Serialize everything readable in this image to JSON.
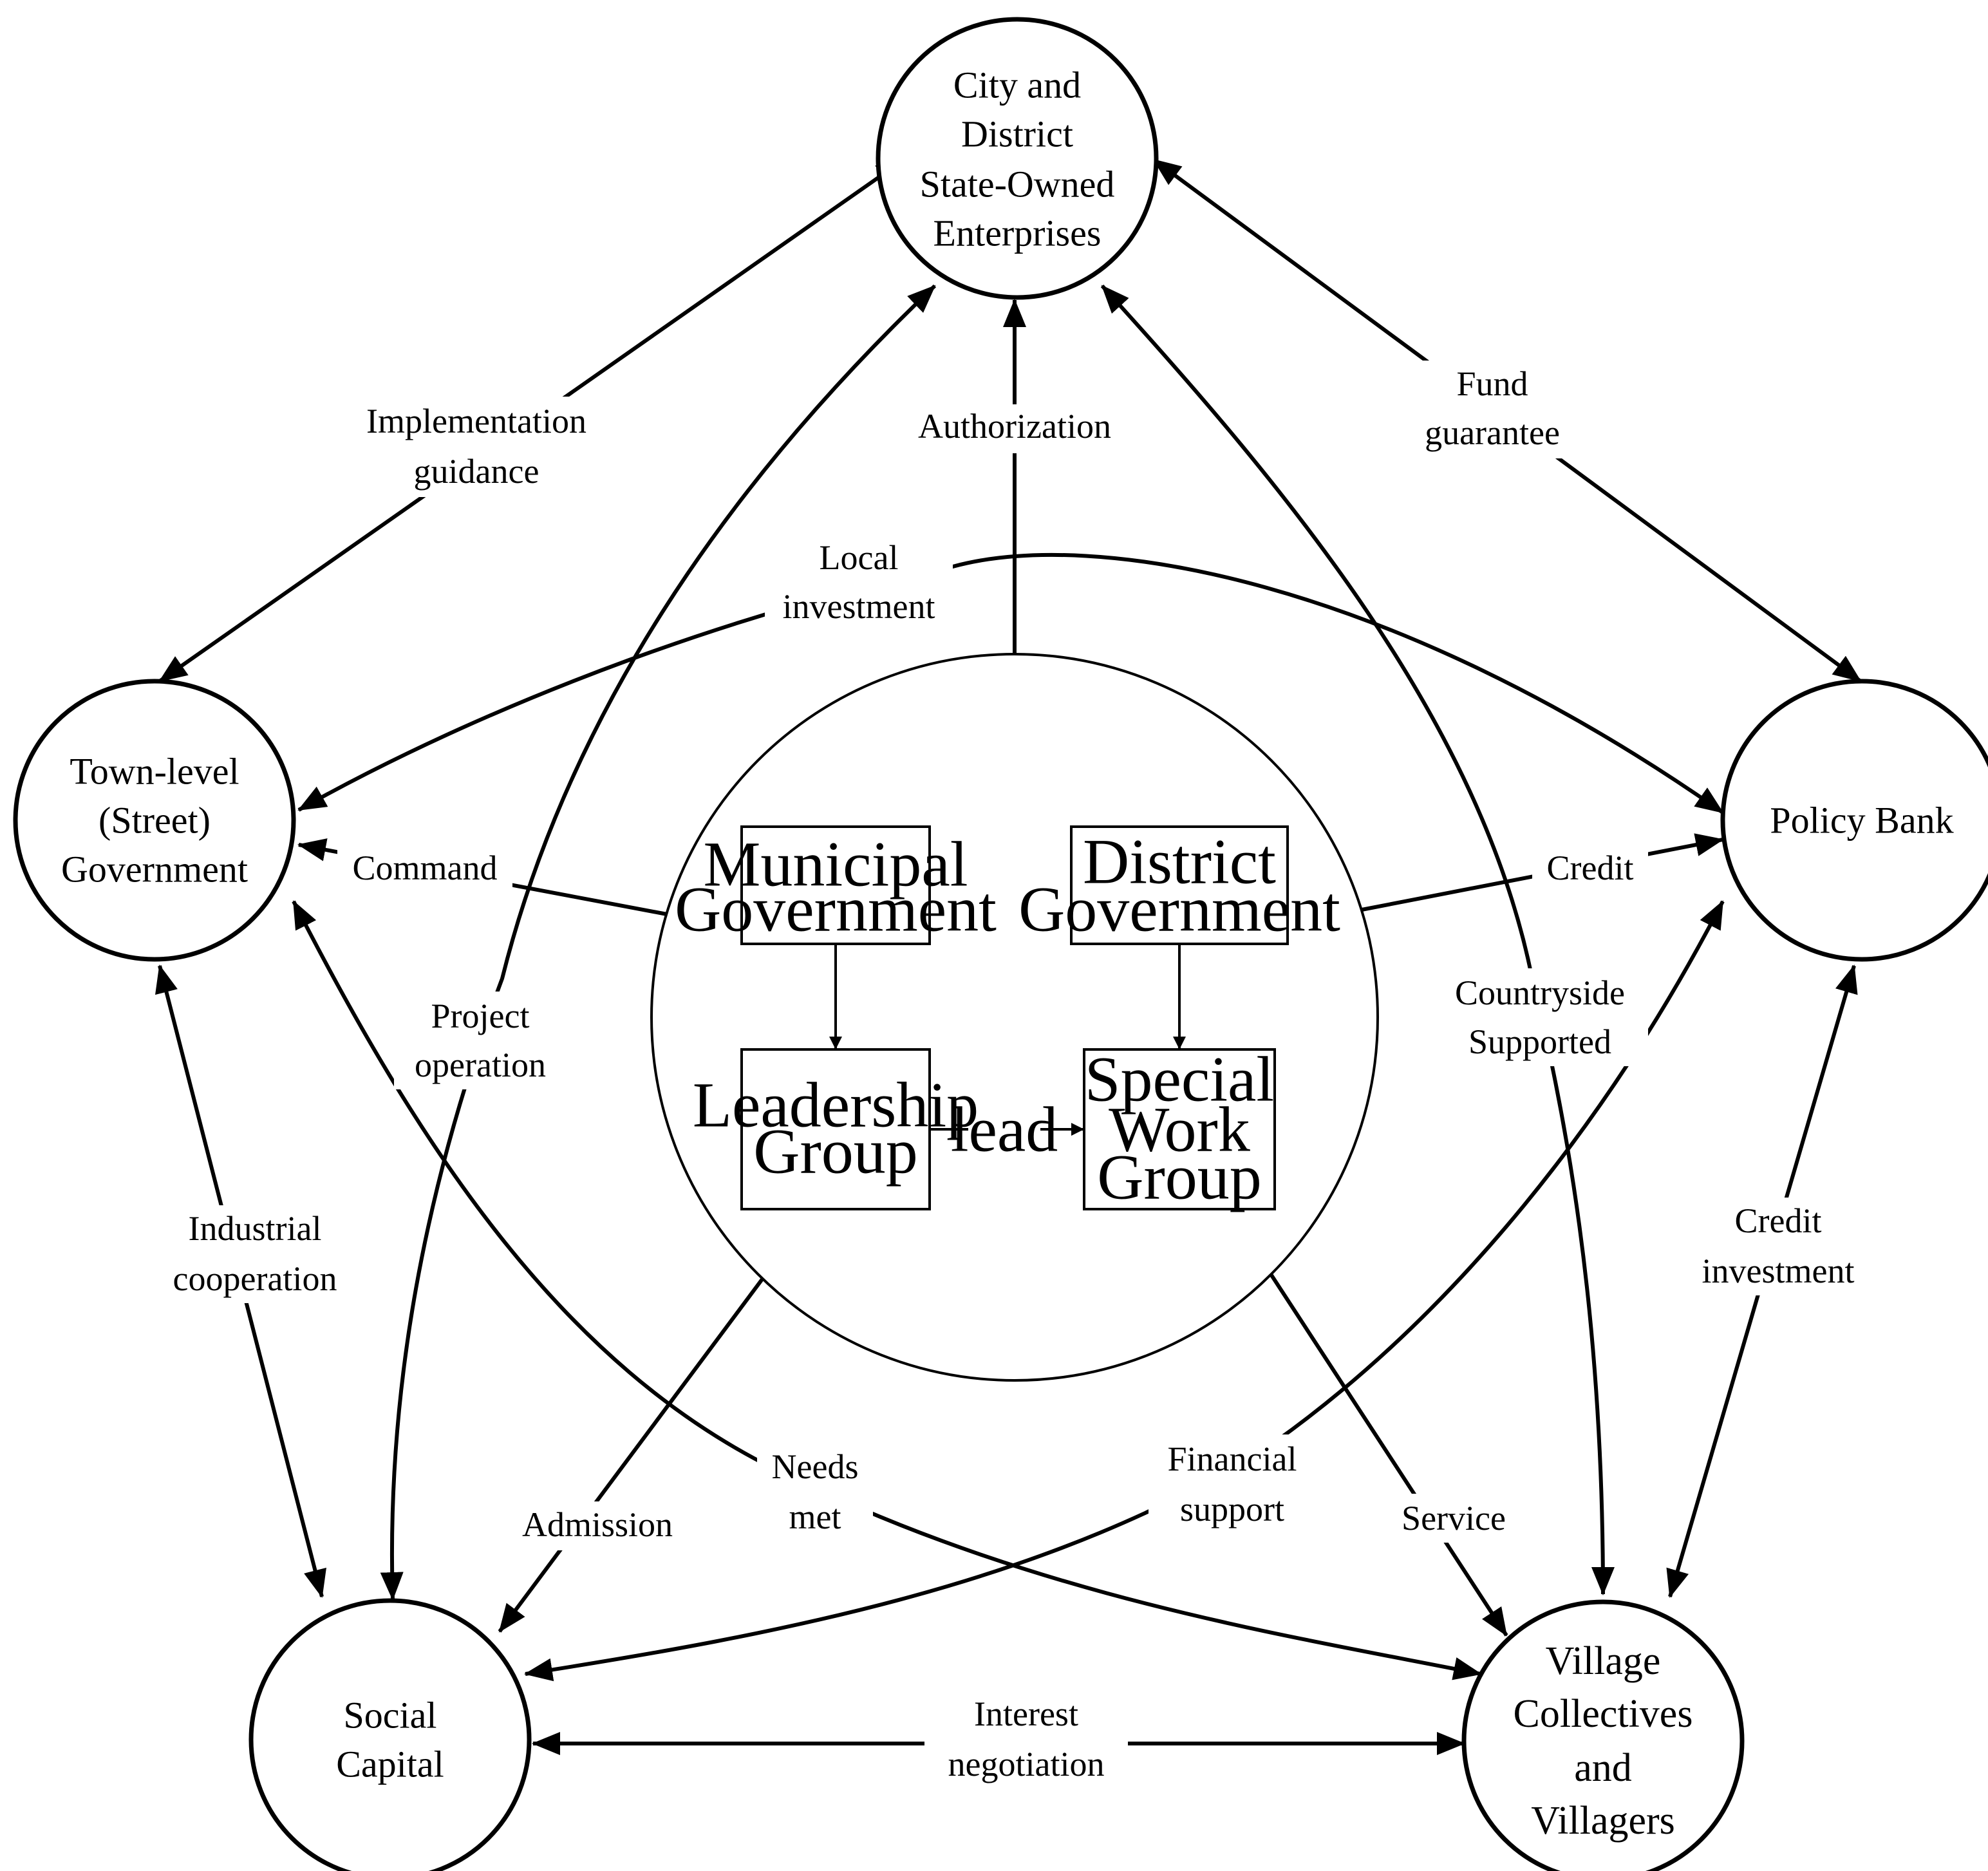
{
  "nodes": {
    "soe": {
      "lines": [
        "City and",
        "District",
        "State-Owned",
        "Enterprises"
      ]
    },
    "town": {
      "lines": [
        "Town-level",
        "(Street)",
        "Government"
      ]
    },
    "bank": {
      "lines": [
        "Policy Bank"
      ]
    },
    "capital": {
      "lines": [
        "Social",
        "Capital"
      ]
    },
    "village": {
      "lines": [
        "Village",
        "Collectives",
        "and",
        "Villagers"
      ]
    }
  },
  "center_boxes": {
    "municipal": {
      "lines": [
        "Municipal",
        "Government"
      ]
    },
    "district": {
      "lines": [
        "District",
        "Government"
      ]
    },
    "leadership": {
      "lines": [
        "Leadership",
        "Group"
      ]
    },
    "special": {
      "lines": [
        "Special",
        "Work",
        "Group"
      ]
    },
    "lead_label": "lead"
  },
  "edges": {
    "implementation": {
      "lines": [
        "Implementation",
        "guidance"
      ]
    },
    "authorization": {
      "lines": [
        "Authorization"
      ]
    },
    "fund": {
      "lines": [
        "Fund",
        "guarantee"
      ]
    },
    "local_investment": {
      "lines": [
        "Local",
        "investment"
      ]
    },
    "command": {
      "lines": [
        "Command"
      ]
    },
    "credit": {
      "lines": [
        "Credit"
      ]
    },
    "project_operation": {
      "lines": [
        "Project",
        "operation"
      ]
    },
    "countryside": {
      "lines": [
        "Countryside",
        "Supported"
      ]
    },
    "industrial": {
      "lines": [
        "Industrial",
        "cooperation"
      ]
    },
    "credit_investment": {
      "lines": [
        "Credit",
        "investment"
      ]
    },
    "needs_met": {
      "lines": [
        "Needs",
        "met"
      ]
    },
    "financial": {
      "lines": [
        "Financial",
        "support"
      ]
    },
    "admission": {
      "lines": [
        "Admission"
      ]
    },
    "service": {
      "lines": [
        "Service"
      ]
    },
    "interest": {
      "lines": [
        "Interest",
        "negotiation"
      ]
    }
  }
}
